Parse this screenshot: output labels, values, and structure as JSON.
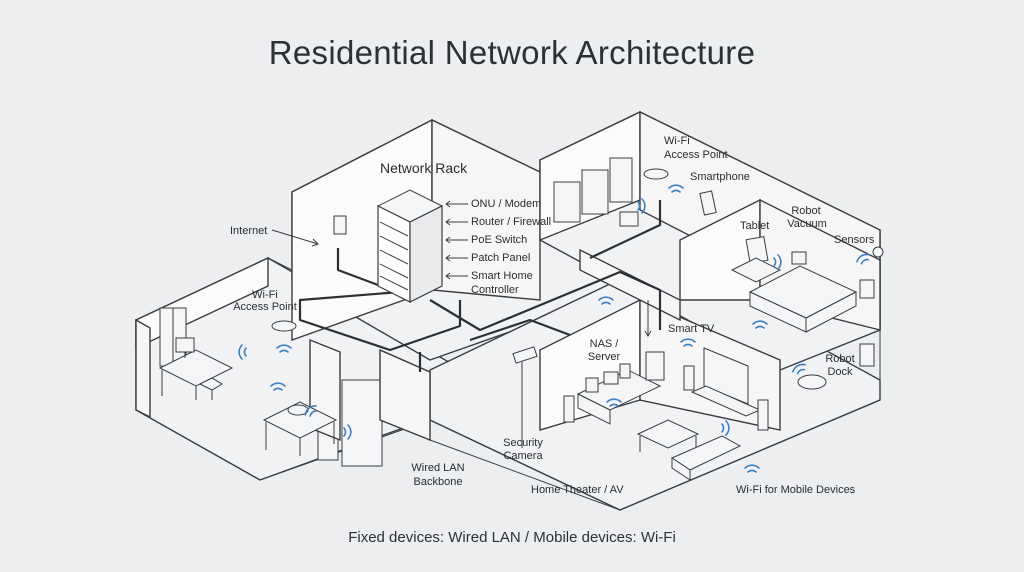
{
  "title": "Residential Network Architecture",
  "caption": "Fixed devices: Wired LAN / Mobile devices: Wi-Fi",
  "rack": {
    "heading": "Network Rack",
    "components": [
      "ONU / Modem",
      "Router / Firewall",
      "PoE Switch",
      "Patch Panel",
      "Smart Home",
      "Controller"
    ]
  },
  "labels": {
    "internet": "Internet",
    "ap_left_1": "Wi-Fi",
    "ap_left_2": "Access Point",
    "ap_right_1": "Wi-Fi",
    "ap_right_2": "Access Point",
    "smartphone": "Smartphone",
    "tablet": "Tablet",
    "robot_vacuum_1": "Robot",
    "robot_vacuum_2": "Vacuum",
    "sensors": "Sensors",
    "nas_1": "NAS /",
    "nas_2": "Server",
    "smart_tv": "Smart TV",
    "robot_dock_1": "Robot",
    "robot_dock_2": "Dock",
    "security_camera_1": "Security",
    "security_camera_2": "Camera",
    "wired_lan_1": "Wired LAN",
    "wired_lan_2": "Backbone",
    "home_theater": "Home Theater / AV",
    "wifi_mobile": "Wi-Fi for Mobile Devices"
  },
  "colors": {
    "wifi": "#3e7fc4",
    "cable": "#2c2f33",
    "background": "#eceef0"
  }
}
